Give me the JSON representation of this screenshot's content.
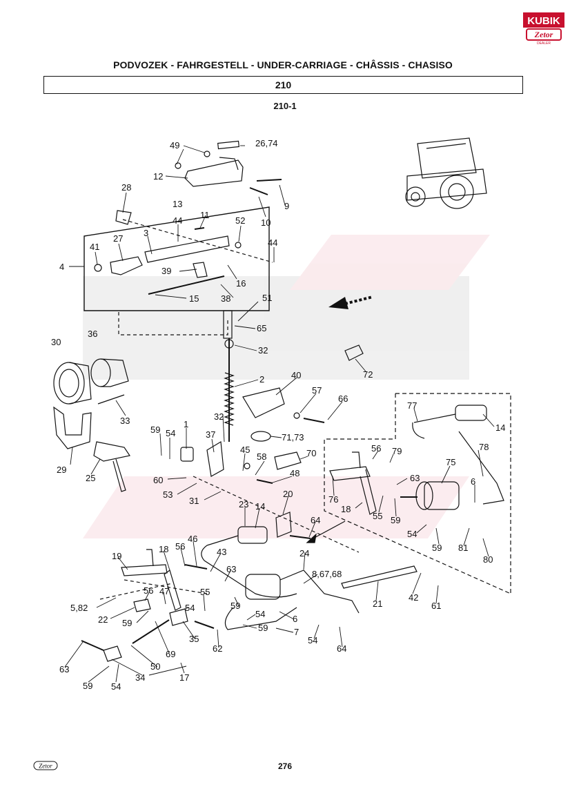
{
  "brand": {
    "logo_top": "KUBIK",
    "logo_bottom": "Zetor",
    "logo_tag": "DEALER",
    "footer_logo": "Zetor"
  },
  "header": {
    "title": "PODVOZEK - FAHRGESTELL - UNDER-CARRIAGE - CHÂSSIS - CHASISO",
    "section": "210",
    "subsection": "210-1"
  },
  "diagram": {
    "callouts": [
      {
        "id": "c49",
        "label": "49"
      },
      {
        "id": "c2674",
        "label": "26,74"
      },
      {
        "id": "c12",
        "label": "12"
      },
      {
        "id": "c13",
        "label": "13"
      },
      {
        "id": "c9",
        "label": "9"
      },
      {
        "id": "c10",
        "label": "10"
      },
      {
        "id": "c28",
        "label": "28"
      },
      {
        "id": "c11",
        "label": "11"
      },
      {
        "id": "c52",
        "label": "52"
      },
      {
        "id": "c44a",
        "label": "44"
      },
      {
        "id": "c44b",
        "label": "44"
      },
      {
        "id": "c3",
        "label": "3"
      },
      {
        "id": "c27",
        "label": "27"
      },
      {
        "id": "c41",
        "label": "41"
      },
      {
        "id": "c4",
        "label": "4"
      },
      {
        "id": "c39",
        "label": "39"
      },
      {
        "id": "c16",
        "label": "16"
      },
      {
        "id": "c15",
        "label": "15"
      },
      {
        "id": "c38",
        "label": "38"
      },
      {
        "id": "c51",
        "label": "51"
      },
      {
        "id": "c65",
        "label": "65"
      },
      {
        "id": "c32a",
        "label": "32"
      },
      {
        "id": "c72",
        "label": "72"
      },
      {
        "id": "c30",
        "label": "30"
      },
      {
        "id": "c36",
        "label": "36"
      },
      {
        "id": "c2",
        "label": "2"
      },
      {
        "id": "c40",
        "label": "40"
      },
      {
        "id": "c57",
        "label": "57"
      },
      {
        "id": "c66",
        "label": "66"
      },
      {
        "id": "c33",
        "label": "33"
      },
      {
        "id": "c32b",
        "label": "32"
      },
      {
        "id": "c7173",
        "label": "71,73"
      },
      {
        "id": "c77",
        "label": "77"
      },
      {
        "id": "c14a",
        "label": "14"
      },
      {
        "id": "c59a",
        "label": "59"
      },
      {
        "id": "c1",
        "label": "1"
      },
      {
        "id": "c54a",
        "label": "54"
      },
      {
        "id": "c37",
        "label": "37"
      },
      {
        "id": "c45",
        "label": "45"
      },
      {
        "id": "c58",
        "label": "58"
      },
      {
        "id": "c70",
        "label": "70"
      },
      {
        "id": "c48",
        "label": "48"
      },
      {
        "id": "c56a",
        "label": "56"
      },
      {
        "id": "c79",
        "label": "79"
      },
      {
        "id": "c78",
        "label": "78"
      },
      {
        "id": "c75",
        "label": "75"
      },
      {
        "id": "c29",
        "label": "29"
      },
      {
        "id": "c25",
        "label": "25"
      },
      {
        "id": "c60",
        "label": "60"
      },
      {
        "id": "c53",
        "label": "53"
      },
      {
        "id": "c31",
        "label": "31"
      },
      {
        "id": "c76",
        "label": "76"
      },
      {
        "id": "c63a",
        "label": "63"
      },
      {
        "id": "c6a",
        "label": "6"
      },
      {
        "id": "c18a",
        "label": "18"
      },
      {
        "id": "c55a",
        "label": "55"
      },
      {
        "id": "c59b",
        "label": "59"
      },
      {
        "id": "c23",
        "label": "23"
      },
      {
        "id": "c14b",
        "label": "14"
      },
      {
        "id": "c20",
        "label": "20"
      },
      {
        "id": "c64a",
        "label": "64"
      },
      {
        "id": "c54b",
        "label": "54"
      },
      {
        "id": "c59c",
        "label": "59"
      },
      {
        "id": "c81",
        "label": "81"
      },
      {
        "id": "c80",
        "label": "80"
      },
      {
        "id": "c46",
        "label": "46"
      },
      {
        "id": "c43",
        "label": "43"
      },
      {
        "id": "c24",
        "label": "24"
      },
      {
        "id": "c19",
        "label": "19"
      },
      {
        "id": "c18b",
        "label": "18"
      },
      {
        "id": "c56b",
        "label": "56"
      },
      {
        "id": "c63b",
        "label": "63"
      },
      {
        "id": "c86768",
        "label": "8,67,68"
      },
      {
        "id": "c21",
        "label": "21"
      },
      {
        "id": "c42",
        "label": "42"
      },
      {
        "id": "c61",
        "label": "61"
      },
      {
        "id": "c582",
        "label": "5,82"
      },
      {
        "id": "c56c",
        "label": "56"
      },
      {
        "id": "c47",
        "label": "47"
      },
      {
        "id": "c55b",
        "label": "55"
      },
      {
        "id": "c22",
        "label": "22"
      },
      {
        "id": "c59d",
        "label": "59"
      },
      {
        "id": "c54c",
        "label": "54"
      },
      {
        "id": "c59e",
        "label": "59"
      },
      {
        "id": "c54d",
        "label": "54"
      },
      {
        "id": "c6b",
        "label": "6"
      },
      {
        "id": "c59f",
        "label": "59"
      },
      {
        "id": "c7",
        "label": "7"
      },
      {
        "id": "c35",
        "label": "35"
      },
      {
        "id": "c62",
        "label": "62"
      },
      {
        "id": "c54e",
        "label": "54"
      },
      {
        "id": "c64b",
        "label": "64"
      },
      {
        "id": "c69",
        "label": "69"
      },
      {
        "id": "c50",
        "label": "50"
      },
      {
        "id": "c63c",
        "label": "63"
      },
      {
        "id": "c34",
        "label": "34"
      },
      {
        "id": "c17",
        "label": "17"
      },
      {
        "id": "c59g",
        "label": "59"
      },
      {
        "id": "c54f",
        "label": "54"
      }
    ]
  },
  "footer": {
    "page": "276"
  }
}
